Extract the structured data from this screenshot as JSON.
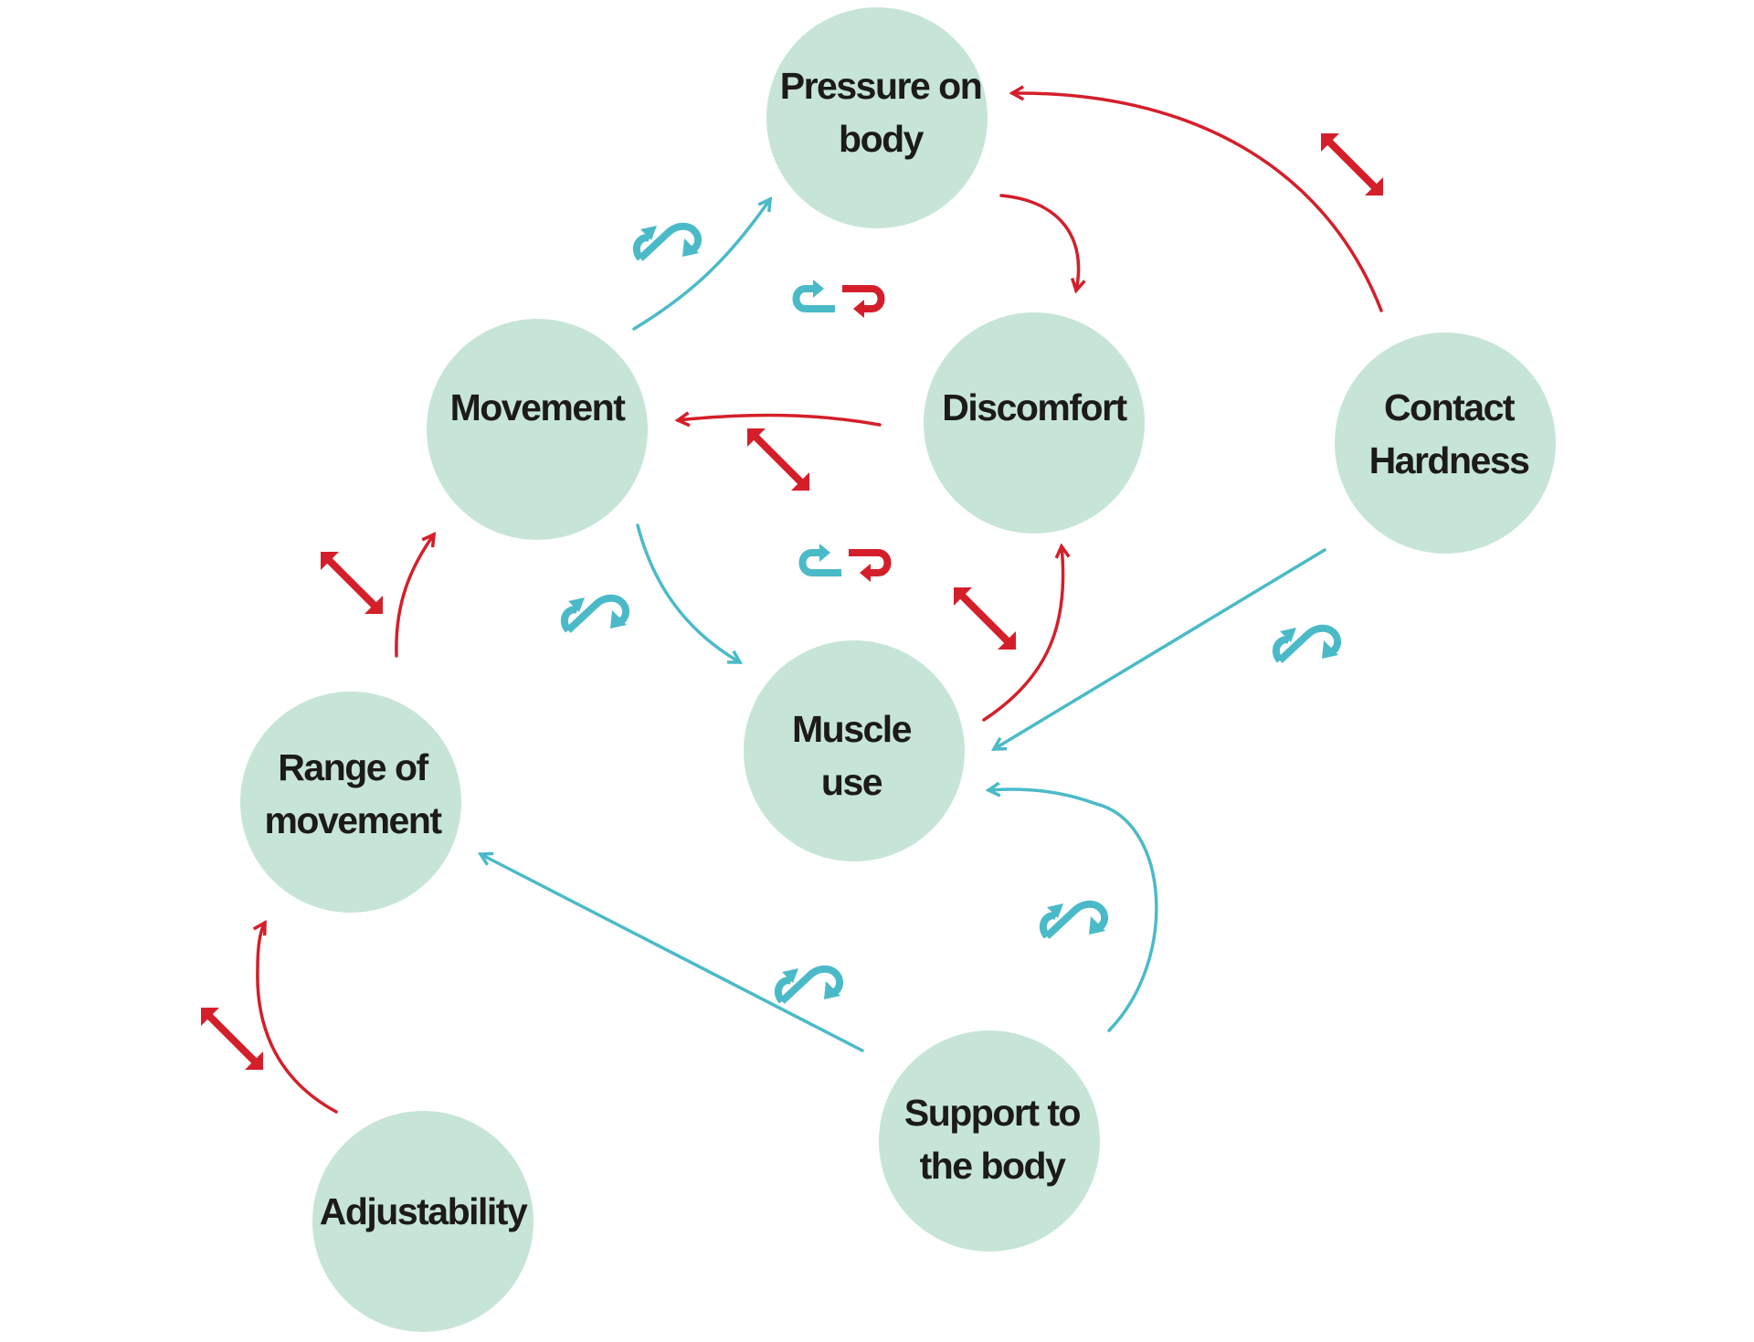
{
  "diagram": {
    "type": "causal-loop",
    "colors": {
      "node_fill": "#c6e5d6",
      "label_text": "#1c1a1a",
      "negative_link": "#d41f2a",
      "positive_link": "#4bbac8",
      "background": "#ffffff"
    },
    "nodes": [
      {
        "id": "pressure",
        "lines": [
          "Pressure on",
          "body"
        ]
      },
      {
        "id": "movement",
        "lines": [
          "Movement"
        ]
      },
      {
        "id": "discomfort",
        "lines": [
          "Discomfort"
        ]
      },
      {
        "id": "contact",
        "lines": [
          "Contact",
          "Hardness"
        ]
      },
      {
        "id": "muscle",
        "lines": [
          "Muscle",
          "use"
        ]
      },
      {
        "id": "range",
        "lines": [
          "Range of",
          "movement"
        ]
      },
      {
        "id": "adjust",
        "lines": [
          "Adjustability"
        ]
      },
      {
        "id": "support",
        "lines": [
          "Support to",
          "the body"
        ]
      }
    ],
    "links": [
      {
        "from": "contact",
        "to": "pressure",
        "polarity": "opposite",
        "symbol": "double-arrow-icon"
      },
      {
        "from": "pressure",
        "to": "discomfort",
        "polarity": "opposite",
        "symbol": "none"
      },
      {
        "from": "movement",
        "to": "pressure",
        "polarity": "same",
        "symbol": "wave-arrow-icon"
      },
      {
        "from": "discomfort",
        "to": "movement",
        "polarity": "opposite",
        "symbol": "double-arrow-icon"
      },
      {
        "from": "movement",
        "to": "muscle",
        "polarity": "same",
        "symbol": "wave-arrow-icon"
      },
      {
        "from": "muscle",
        "to": "discomfort",
        "polarity": "opposite",
        "symbol": "double-arrow-icon"
      },
      {
        "from": "contact",
        "to": "muscle",
        "polarity": "same",
        "symbol": "wave-arrow-icon"
      },
      {
        "from": "support",
        "to": "muscle",
        "polarity": "same",
        "symbol": "wave-arrow-icon"
      },
      {
        "from": "support",
        "to": "range",
        "polarity": "same",
        "symbol": "wave-arrow-icon"
      },
      {
        "from": "range",
        "to": "movement",
        "polarity": "opposite",
        "symbol": "double-arrow-icon"
      },
      {
        "from": "adjust",
        "to": "range",
        "polarity": "opposite",
        "symbol": "double-arrow-icon"
      }
    ],
    "loop_markers": [
      {
        "id": "loop-top",
        "symbol": "balancing-loop-icon"
      },
      {
        "id": "loop-middle",
        "symbol": "balancing-loop-icon"
      }
    ]
  }
}
